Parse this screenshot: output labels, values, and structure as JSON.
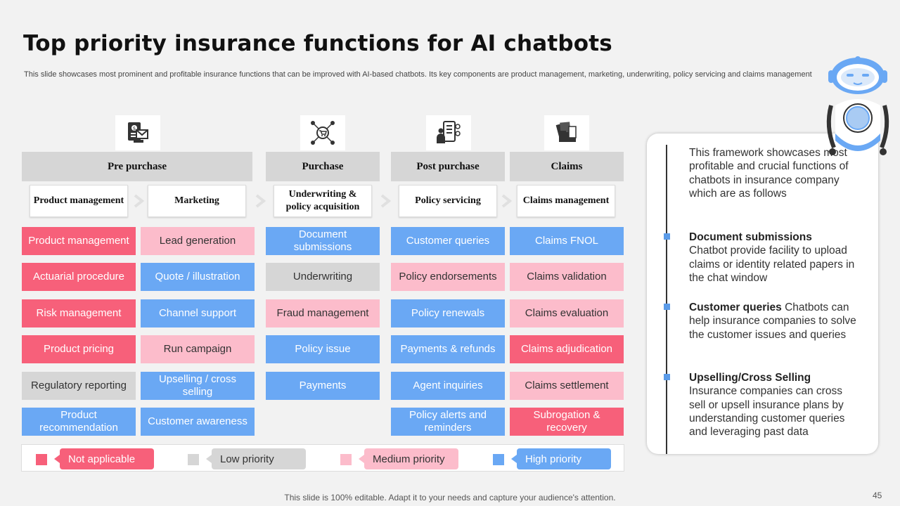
{
  "title": "Top priority insurance functions for AI chatbots",
  "subtitle": "This slide showcases most prominent and profitable insurance functions that can be improved with AI-based chatbots. Its key components are product management, marketing, underwriting, policy servicing and claims management",
  "icons": [
    "document-dollar-icon",
    "network-cart-icon",
    "mobile-user-icon",
    "paper-folder-icon"
  ],
  "stages": [
    "Pre purchase",
    "Purchase",
    "Post purchase",
    "Claims"
  ],
  "functions": [
    "Product management",
    "Marketing",
    "Underwriting & policy acquisition",
    "Policy servicing",
    "Claims management"
  ],
  "columns": [
    [
      {
        "label": "Product management",
        "priority": "na"
      },
      {
        "label": "Actuarial procedure",
        "priority": "na"
      },
      {
        "label": "Risk management",
        "priority": "na"
      },
      {
        "label": "Product pricing",
        "priority": "na"
      },
      {
        "label": "Regulatory reporting",
        "priority": "low"
      },
      {
        "label": "Product recommendation",
        "priority": "high"
      }
    ],
    [
      {
        "label": "Lead generation",
        "priority": "medium"
      },
      {
        "label": "Quote / illustration",
        "priority": "high"
      },
      {
        "label": "Channel support",
        "priority": "high"
      },
      {
        "label": "Run campaign",
        "priority": "medium"
      },
      {
        "label": "Upselling / cross selling",
        "priority": "high"
      },
      {
        "label": "Customer awareness",
        "priority": "high"
      }
    ],
    [
      {
        "label": "Document submissions",
        "priority": "high"
      },
      {
        "label": "Underwriting",
        "priority": "low"
      },
      {
        "label": "Fraud management",
        "priority": "medium"
      },
      {
        "label": "Policy issue",
        "priority": "high"
      },
      {
        "label": "Payments",
        "priority": "high"
      }
    ],
    [
      {
        "label": "Customer queries",
        "priority": "high"
      },
      {
        "label": "Policy endorsements",
        "priority": "medium"
      },
      {
        "label": "Policy renewals",
        "priority": "high"
      },
      {
        "label": "Payments & refunds",
        "priority": "high"
      },
      {
        "label": "Agent inquiries",
        "priority": "high"
      },
      {
        "label": "Policy alerts and reminders",
        "priority": "high"
      }
    ],
    [
      {
        "label": "Claims FNOL",
        "priority": "high"
      },
      {
        "label": "Claims validation",
        "priority": "medium"
      },
      {
        "label": "Claims evaluation",
        "priority": "medium"
      },
      {
        "label": "Claims adjudication",
        "priority": "na"
      },
      {
        "label": "Claims settlement",
        "priority": "medium"
      },
      {
        "label": "Subrogation & recovery",
        "priority": "na"
      }
    ]
  ],
  "legend": [
    {
      "label": "Not applicable",
      "color": "#f7607a"
    },
    {
      "label": "Low priority",
      "color": "#d6d6d6"
    },
    {
      "label": "Medium priority",
      "color": "#fcbccb"
    },
    {
      "label": "High priority",
      "color": "#6aa8f4"
    }
  ],
  "panel": {
    "intro": "This framework showcases most profitable and crucial functions of chatbots in insurance company which are as follows",
    "points": [
      {
        "heading": "Document submissions",
        "text": "Chatbot provide facility to upload claims or identity related papers in the chat window"
      },
      {
        "heading": "Customer queries",
        "text": "Chatbots can help insurance companies to solve the customer issues and queries"
      },
      {
        "heading": "Upselling/Cross Selling",
        "text": "Insurance  companies can cross sell or upsell insurance plans by understanding customer queries and leveraging past data"
      }
    ]
  },
  "footer": "This slide is 100% editable. Adapt it to your needs and capture your audience's attention.",
  "page_number": "45"
}
